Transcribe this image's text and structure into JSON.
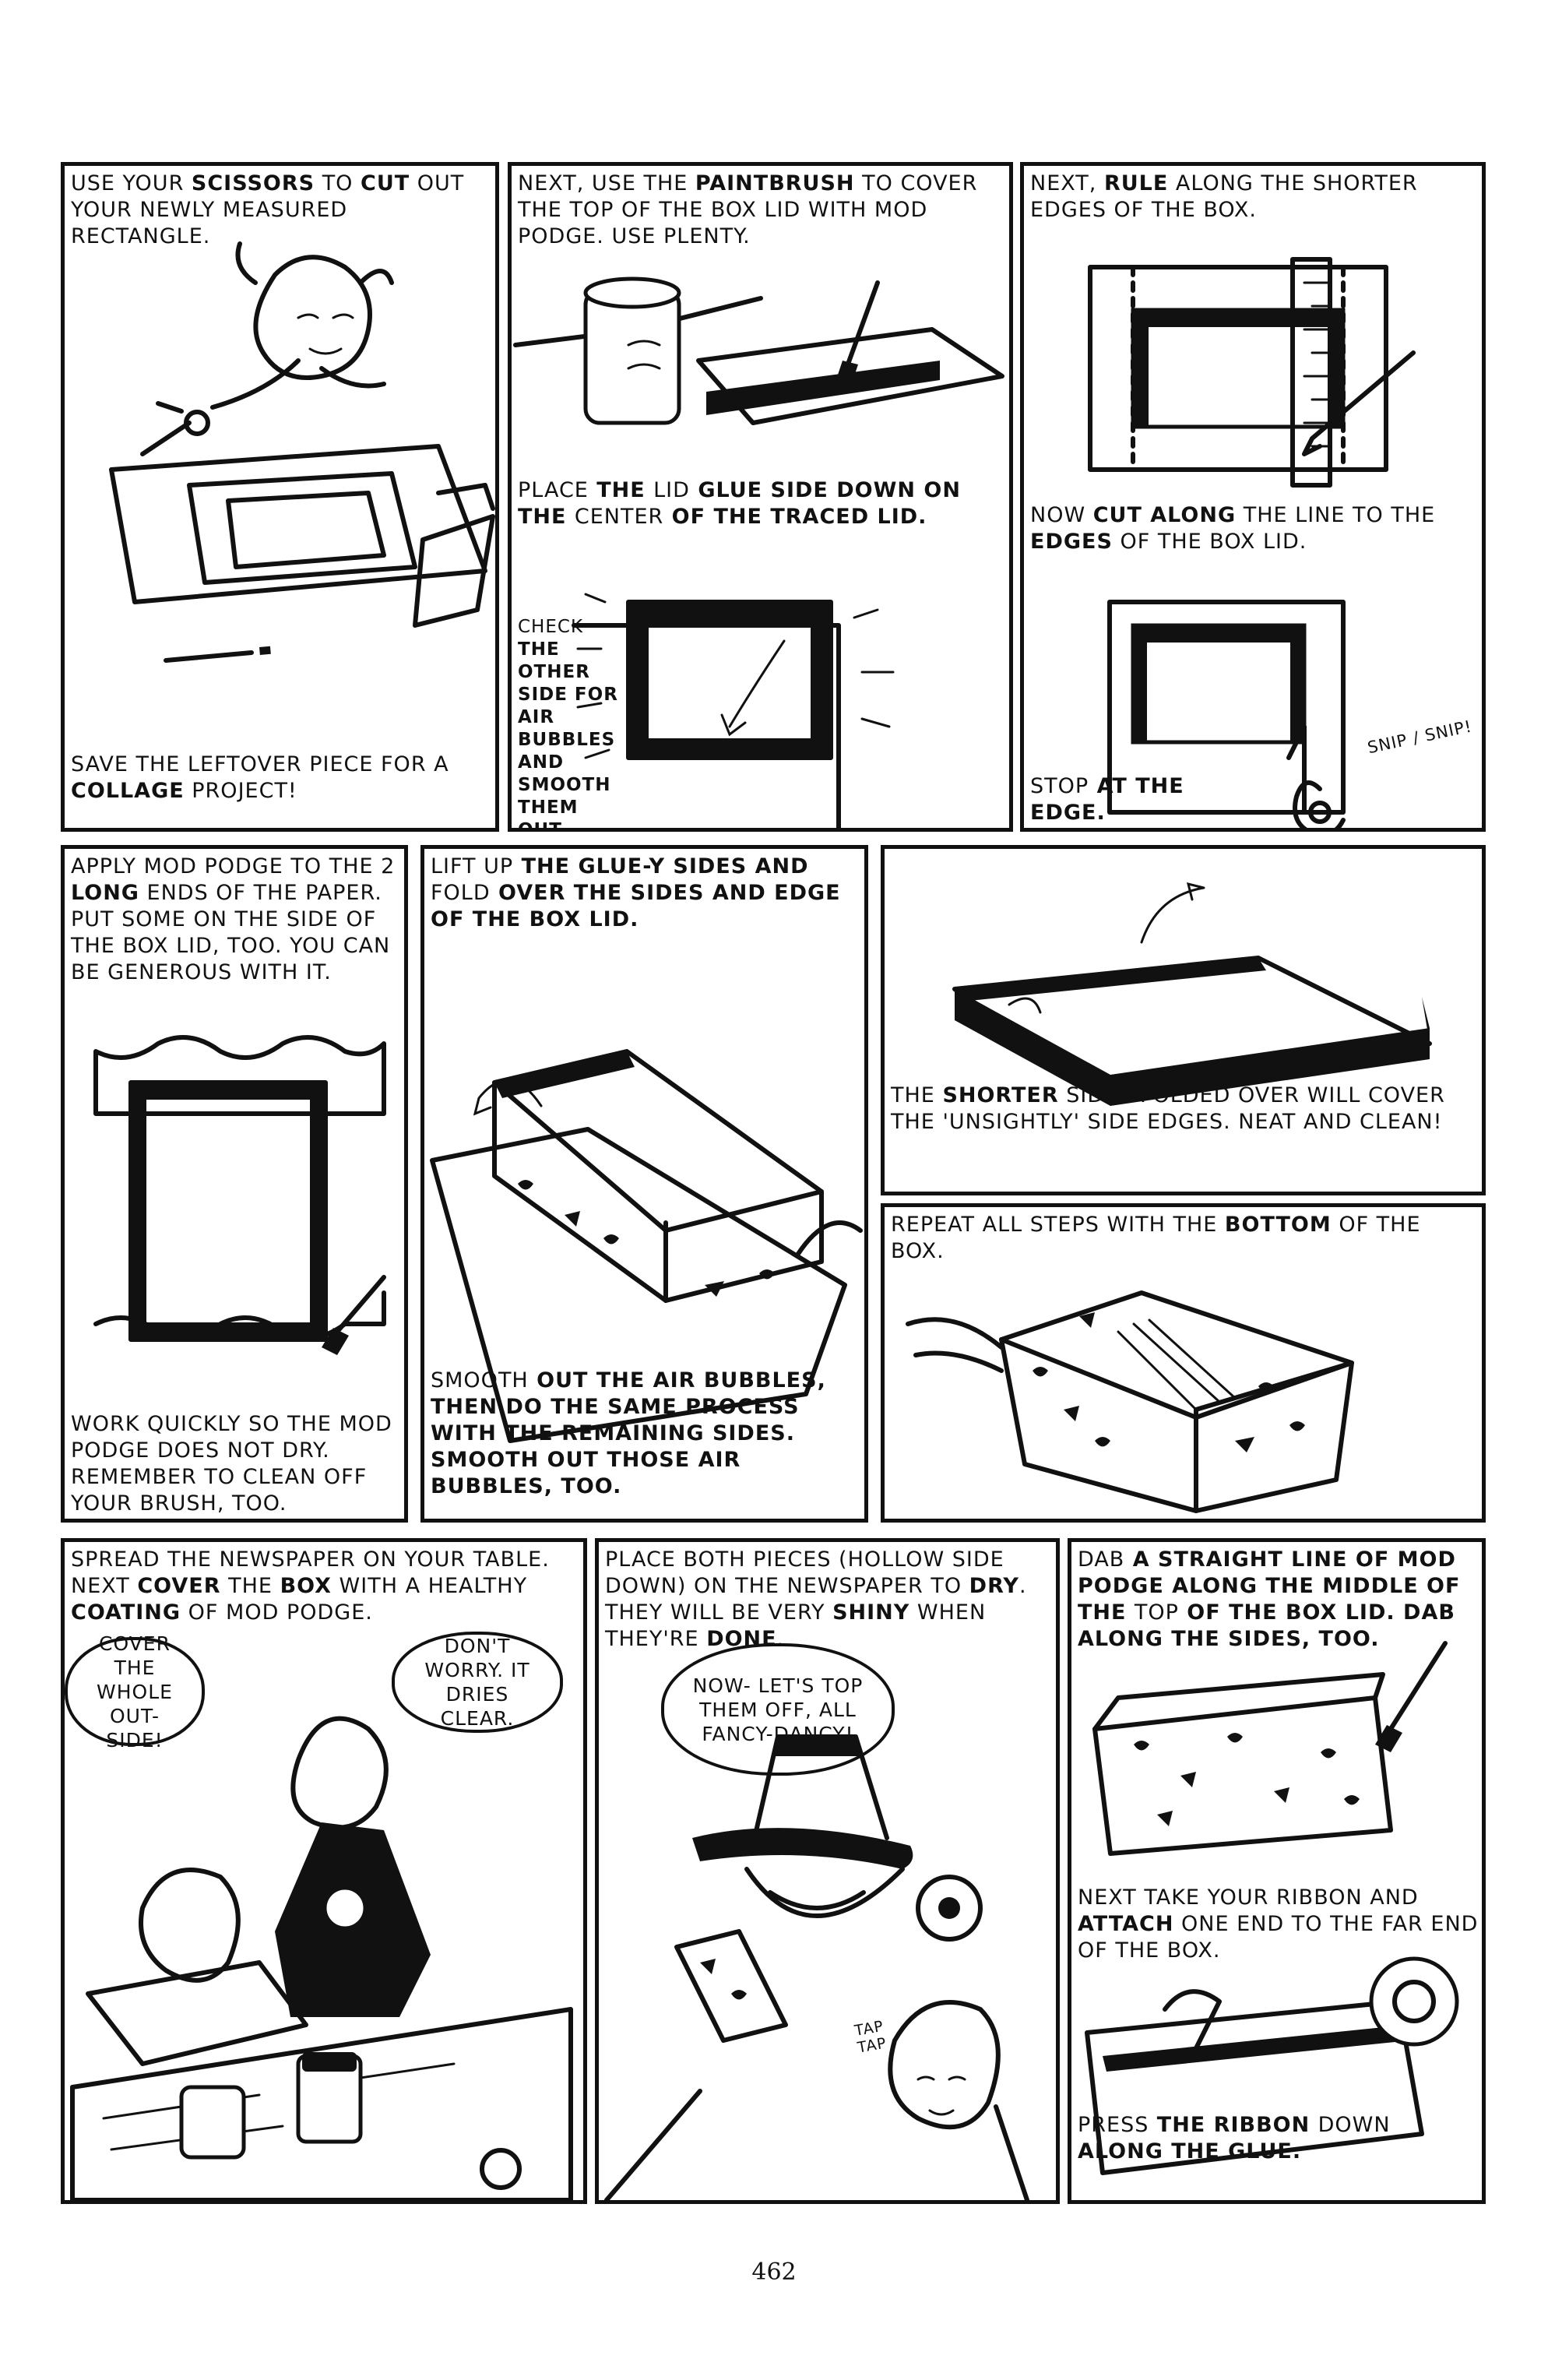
{
  "panels": {
    "p1": {
      "top": [
        "USE YOUR ",
        "SCISSORS",
        " to ",
        "CUT",
        " out YOUR NEWLY MeasuReD RectANGLe."
      ],
      "bottom": [
        "Save the Leftover Piece FOR A ",
        "COLLAGe",
        " Project!"
      ]
    },
    "p2": {
      "top": [
        "Next, use the ",
        "PAINtBRUSH",
        " to CoveR the Top of the Box LID With MOD PODGe. use PLeNtY."
      ],
      "middle": [
        "PLAce",
        " the ",
        "LID",
        " GLue side Down ON the ",
        "CeNteR",
        " OF the TRACeD LID."
      ],
      "side": [
        "CHeck",
        " the other side FOR AIR BUBBLeS AND SMooth them out."
      ]
    },
    "p3": {
      "top": [
        "Next, ",
        "RULe",
        " ALONG the ShorteR edges OF the Box."
      ],
      "middle": [
        "NOW ",
        "CUt ALONG",
        " the LiNe to the ",
        "eDGeS",
        " OF the Box LID."
      ],
      "bottom": [
        "StOP",
        " At the eDGe."
      ],
      "sfx": "SNIP / SNIP!"
    },
    "p4": {
      "top": [
        "APPLY MOD PODGe to the 2 ",
        "LONG",
        " eNDS OF the PAPeR. Put SOMe ON the SIDe OF the BOX LID, too. YOU CAN Be GeNeROUS With it."
      ],
      "bottom": [
        "WORK QUICKLY SO the MOD PODGe DOeS NOT DRY. ReMeMBeR to CLeAN OFF YOUR BRUSH, too."
      ]
    },
    "p5": {
      "top": [
        "LIft UP",
        " the GLue-Y Sides and ",
        "FOLD",
        " over the sides and edge of the Box LID."
      ],
      "bottom": [
        "SMOOtH",
        " out the AIR BUBBLeS, theN DO the SAMe PROCeSS With the ReMAINING SIDeS. SMOOth out those AIR BUBBLeS, too."
      ]
    },
    "p6": {
      "bottom": [
        "the ",
        "SHORteR",
        " SIDeS FOLDeD OVeR WILL CoveR the 'UNSIGHtLY' SIDe eDGeS. Neat and cLean!"
      ]
    },
    "p7": {
      "top": [
        "RePeAt ALL StePS With the ",
        "BOttOM",
        " OF the BOX."
      ]
    },
    "p8": {
      "top": [
        "SPReAD the NeWSPAPeR ON YOUR tABLe. Next ",
        "COVeR",
        " the ",
        "BOX",
        " With A HeALtHY ",
        "COAtING",
        " OF MOD PODGe."
      ],
      "speech_left": "Cover the WhoLe out-Side!",
      "speech_right": "Don't WORRY. It dries cLear."
    },
    "p9": {
      "top": [
        "PLAce Both Pieces (HoLLoW Side DoWN) ON the NeWSPAPeR to ",
        "DRY",
        ". theY WILL Be VeRY ",
        "SHINY",
        " WHeN theY'Re ",
        "DONe",
        "."
      ],
      "speech": "Now- Let's top them off, ALL FANcY-DANcY!",
      "sfx": "tAP tAP"
    },
    "p10": {
      "top": [
        "DAB",
        " A StRAIGHt LiNe OF MOD PODGe ALONG the MIDDLe OF the ",
        "tOP",
        " OF the BOX LID. DAB ALONG the SIDeS, too."
      ],
      "middle": [
        "Next tAKe YOUR RIBBON AND ",
        "AttACH",
        " ONe eND to the FAR eND OF the BOX."
      ],
      "bottom": [
        "PReSS",
        " the RIBBON ",
        "DOWN",
        " ALONG the GLUe."
      ]
    }
  },
  "page_number": "462"
}
